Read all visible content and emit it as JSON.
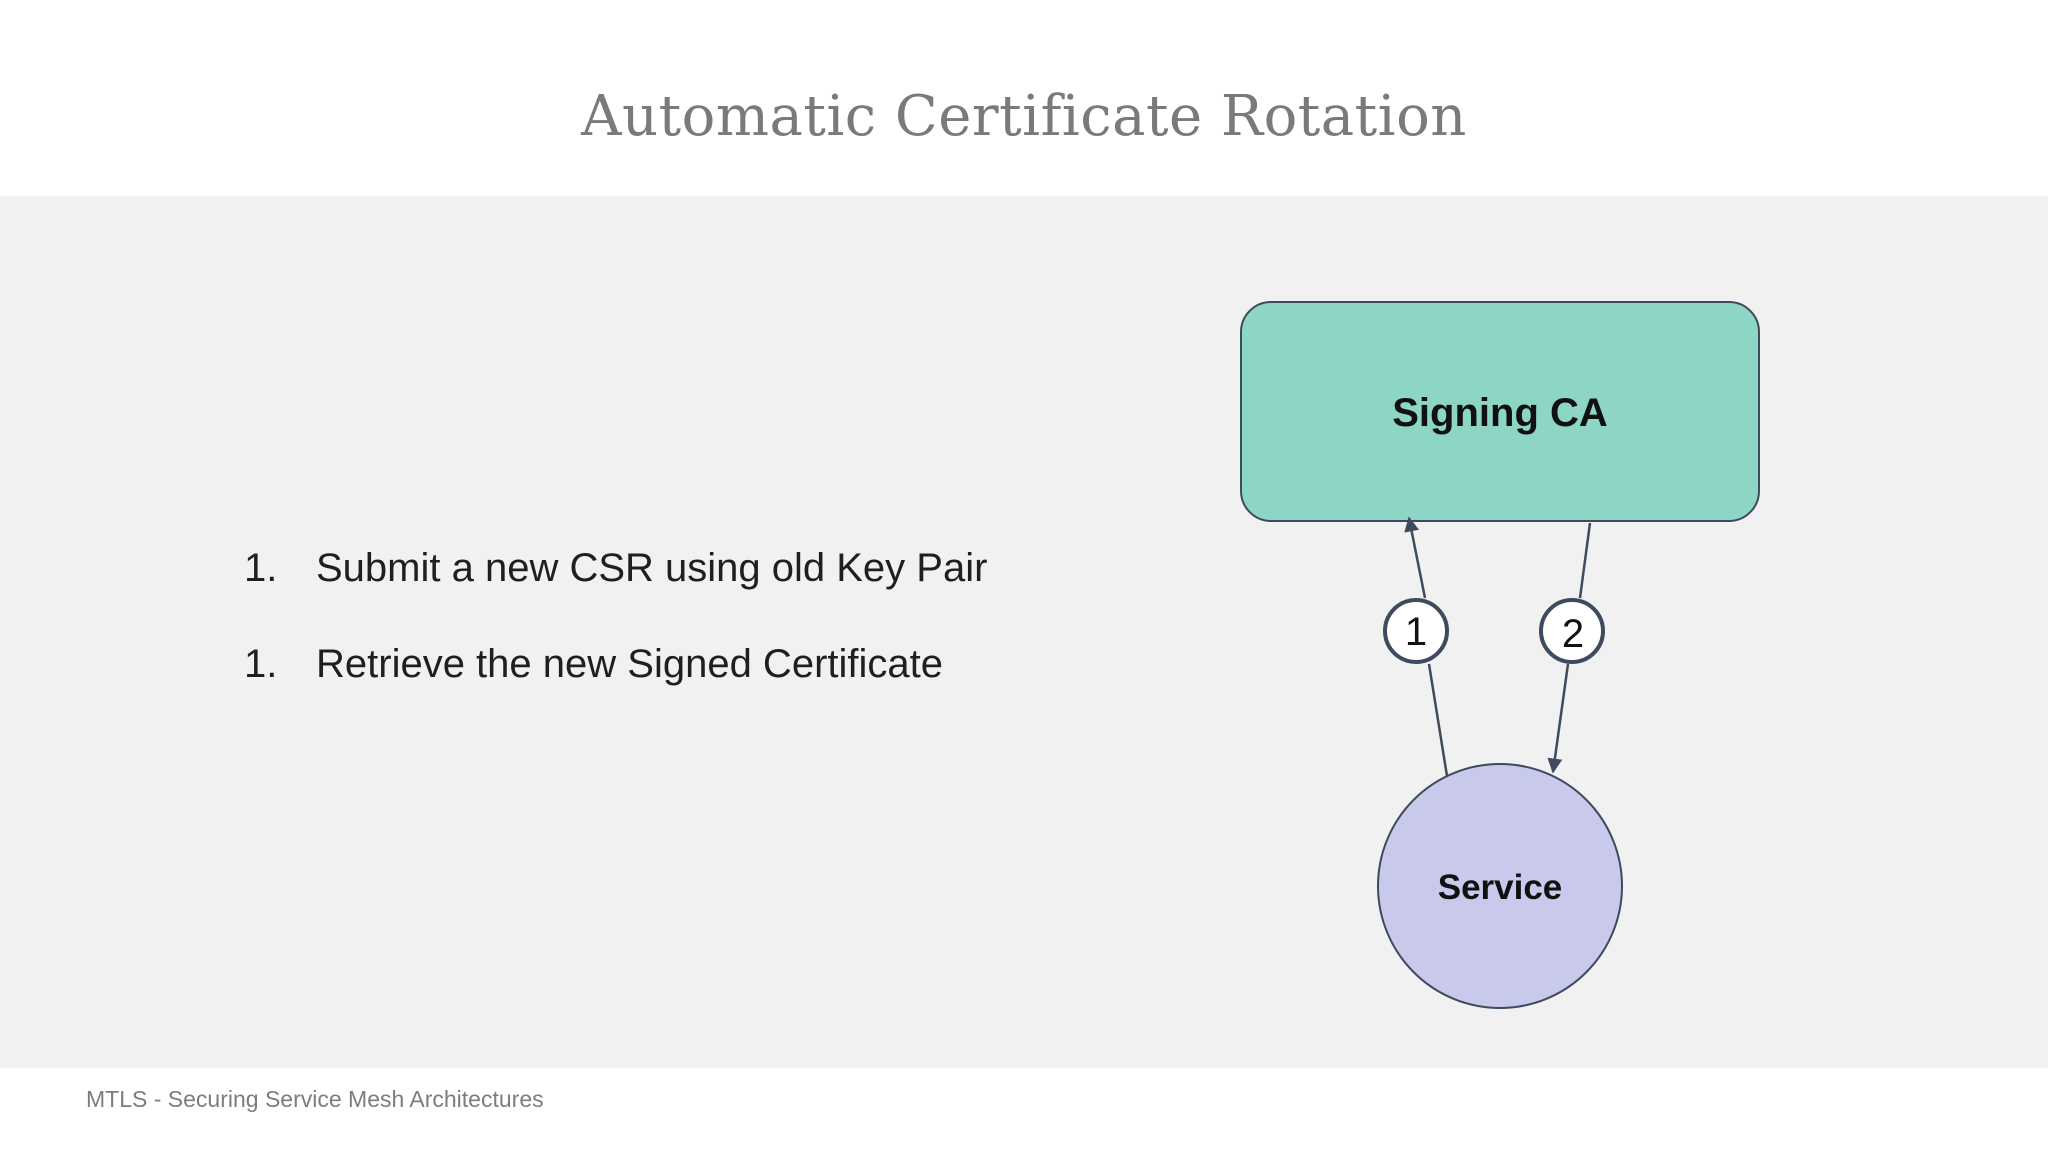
{
  "slide": {
    "title": "Automatic Certificate Rotation",
    "steps": [
      {
        "number": "1.",
        "text": "Submit a new CSR using old Key Pair"
      },
      {
        "number": "1.",
        "text": "Retrieve the new Signed Certificate"
      }
    ],
    "footer": "MTLS - Securing Service Mesh Architectures"
  },
  "diagram": {
    "ca_label": "Signing CA",
    "service_label": "Service",
    "step_markers": [
      "1",
      "2"
    ],
    "colors": {
      "ca_fill": "#8dd6c6",
      "service_fill": "#c8c9eb",
      "stroke": "#3d4b5c",
      "panel": "#f1f1f2",
      "title": "#7a7a7a"
    }
  }
}
